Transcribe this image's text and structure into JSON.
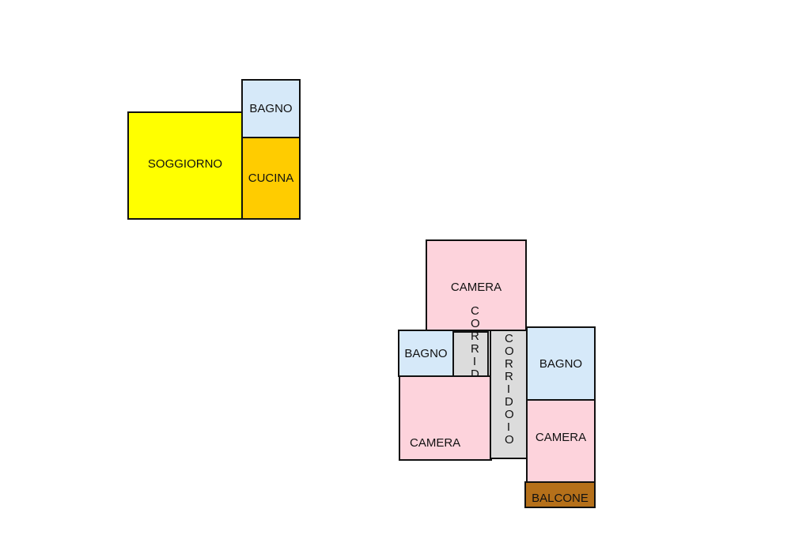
{
  "plan": {
    "unit_a": {
      "soggiorno": "SOGGIORNO",
      "bagno": "BAGNO",
      "cucina": "CUCINA"
    },
    "unit_b": {
      "camera_top": "CAMERA",
      "corridoio_left": "CORRIDOIO",
      "corridoio_right": "CORRIDOIO",
      "bagno_left": "BAGNO",
      "camera_left": "CAMERA",
      "bagno_right": "BAGNO",
      "camera_right": "CAMERA",
      "balcone": "BALCONE"
    }
  },
  "colors": {
    "soggiorno": "#ffff00",
    "bagno": "#d6e9f9",
    "cucina": "#ffcc00",
    "camera": "#fdd3dc",
    "corridoio": "#dcdcdc",
    "balcone": "#b5701a"
  }
}
